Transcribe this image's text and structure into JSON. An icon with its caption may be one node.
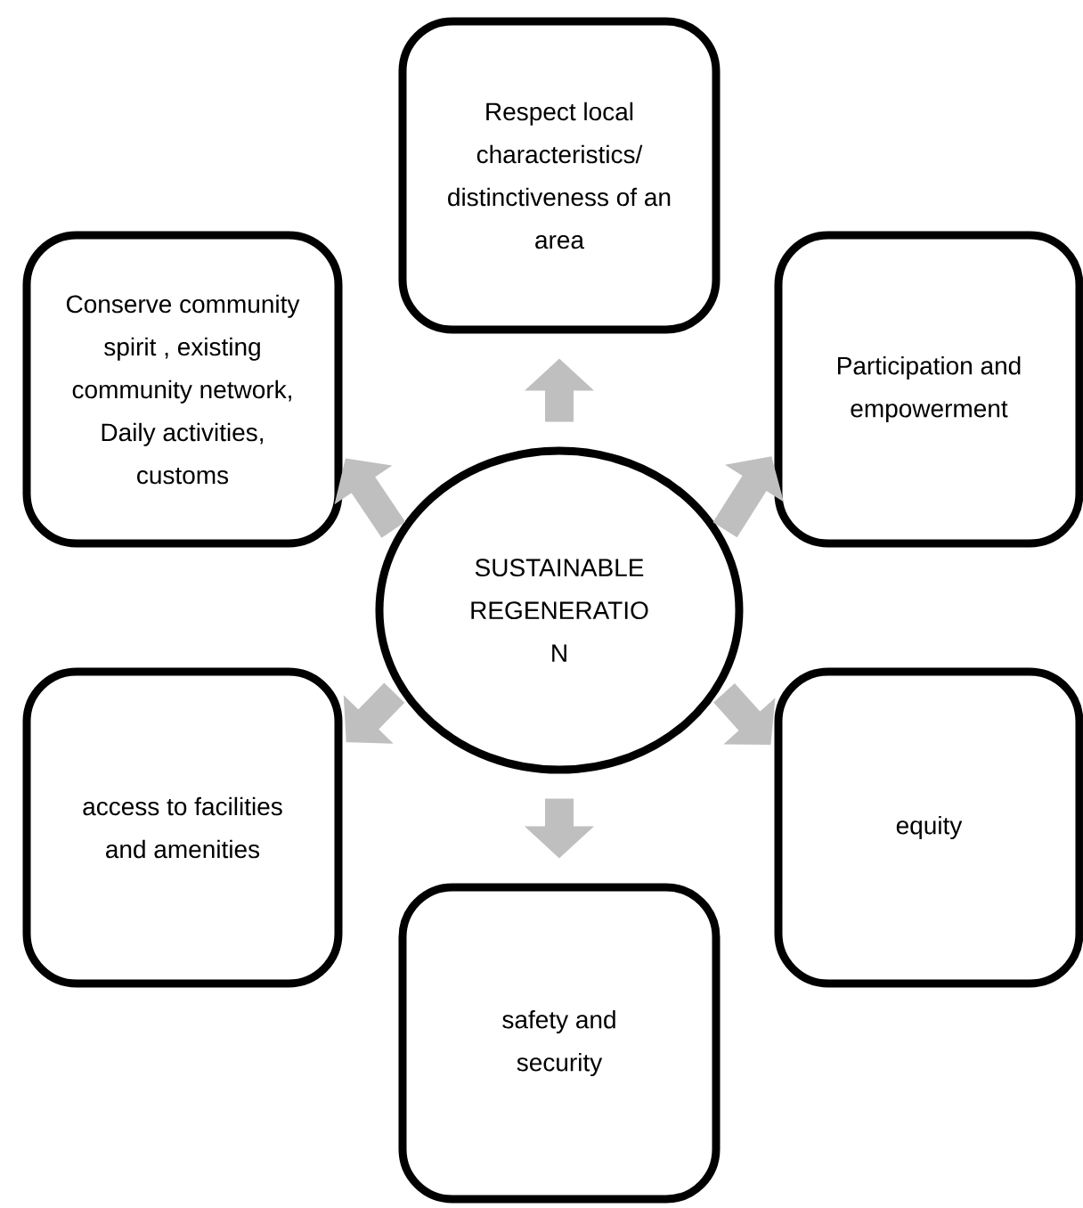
{
  "diagram": {
    "nodes": [
      {
        "text": [
          "Respect local characteristics/ distinctiveness of an area"
        ]
      },
      {
        "text": [
          "Conserve community spirit , existing community network, Daily activities, customs"
        ]
      },
      {
        "text": [
          "Participation and empowerment"
        ]
      },
      {
        "text": [
          "SUSTAINABLE REGENERATIO N"
        ]
      },
      {
        "text": [
          "access to facilities and amenities"
        ]
      },
      {
        "text": [
          "equity"
        ]
      },
      {
        "text": [
          "safety and security"
        ]
      }
    ],
    "edges": [
      {
        "from": 3,
        "to": 0,
        "arrow": "to"
      },
      {
        "from": 3,
        "to": 1,
        "arrow": "to"
      },
      {
        "from": 3,
        "to": 2,
        "arrow": "to"
      },
      {
        "from": 3,
        "to": 4,
        "arrow": "to"
      },
      {
        "from": 3,
        "to": 5,
        "arrow": "to"
      },
      {
        "from": 3,
        "to": 6,
        "arrow": "to"
      }
    ]
  }
}
